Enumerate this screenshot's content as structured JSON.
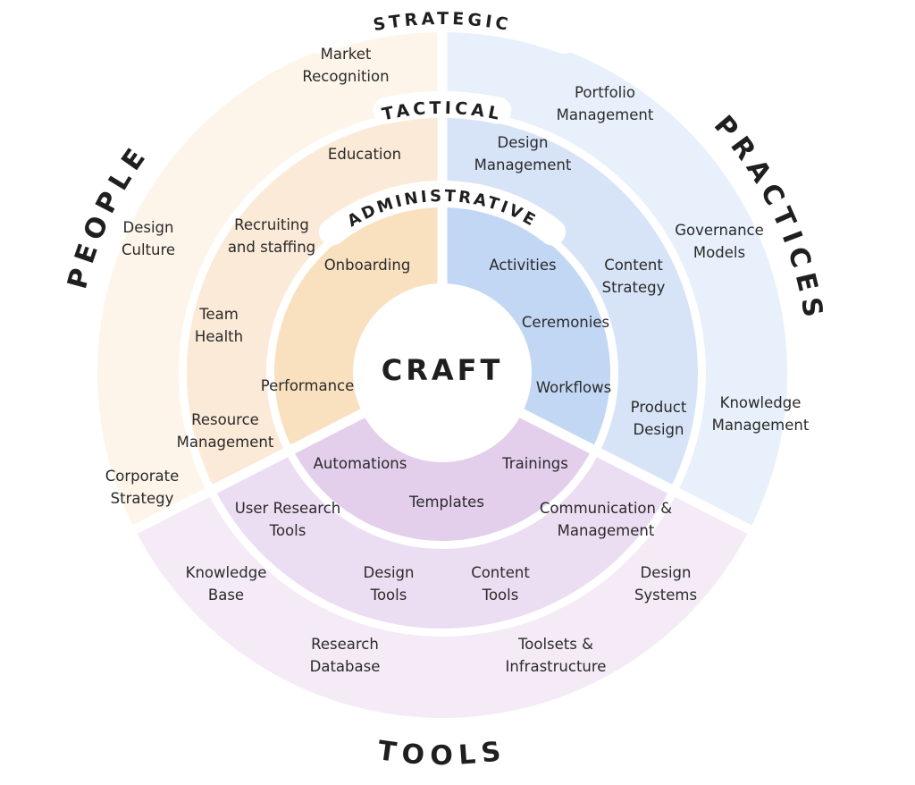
{
  "center": "CRAFT",
  "categories": {
    "people": "PEOPLE",
    "practices": "PRACTICES",
    "tools": "TOOLS"
  },
  "levels": {
    "strategic": "STRATEGIC",
    "tactical": "TACTICAL",
    "administrative": "ADMINISTRATIVE"
  },
  "colors": {
    "people": [
      "#f9e1c0",
      "#fbead7",
      "#fdf5ea"
    ],
    "practices": [
      "#c2d7f4",
      "#d7e4f7",
      "#e8f0fb"
    ],
    "tools": [
      "#e3cfeb",
      "#ecdef2",
      "#f4ebf7"
    ]
  },
  "people": {
    "administrative": [
      [
        "Onboarding"
      ],
      [
        "Performance"
      ]
    ],
    "tactical": [
      [
        "Education"
      ],
      [
        "Recruiting",
        "and staffing"
      ],
      [
        "Team",
        "Health"
      ],
      [
        "Resource",
        "Management"
      ]
    ],
    "strategic": [
      [
        "Market",
        "Recognition"
      ],
      [
        "Design",
        "Culture"
      ],
      [
        "Corporate",
        "Strategy"
      ]
    ]
  },
  "practices": {
    "administrative": [
      [
        "Activities"
      ],
      [
        "Ceremonies"
      ],
      [
        "Workflows"
      ]
    ],
    "tactical": [
      [
        "Design",
        "Management"
      ],
      [
        "Content",
        "Strategy"
      ],
      [
        "Product",
        "Design"
      ]
    ],
    "strategic": [
      [
        "Portfolio",
        "Management"
      ],
      [
        "Governance",
        "Models"
      ],
      [
        "Knowledge",
        "Management"
      ]
    ]
  },
  "tools": {
    "administrative": [
      [
        "Automations"
      ],
      [
        "Trainings"
      ],
      [
        "Templates"
      ]
    ],
    "tactical": [
      [
        "User Research",
        "Tools"
      ],
      [
        "Design",
        "Tools"
      ],
      [
        "Content",
        "Tools"
      ],
      [
        "Communication &",
        "Management"
      ]
    ],
    "strategic": [
      [
        "Knowledge",
        "Base"
      ],
      [
        "Research",
        "Database"
      ],
      [
        "Design",
        "Systems"
      ],
      [
        "Toolsets &",
        "Infrastructure"
      ]
    ]
  }
}
